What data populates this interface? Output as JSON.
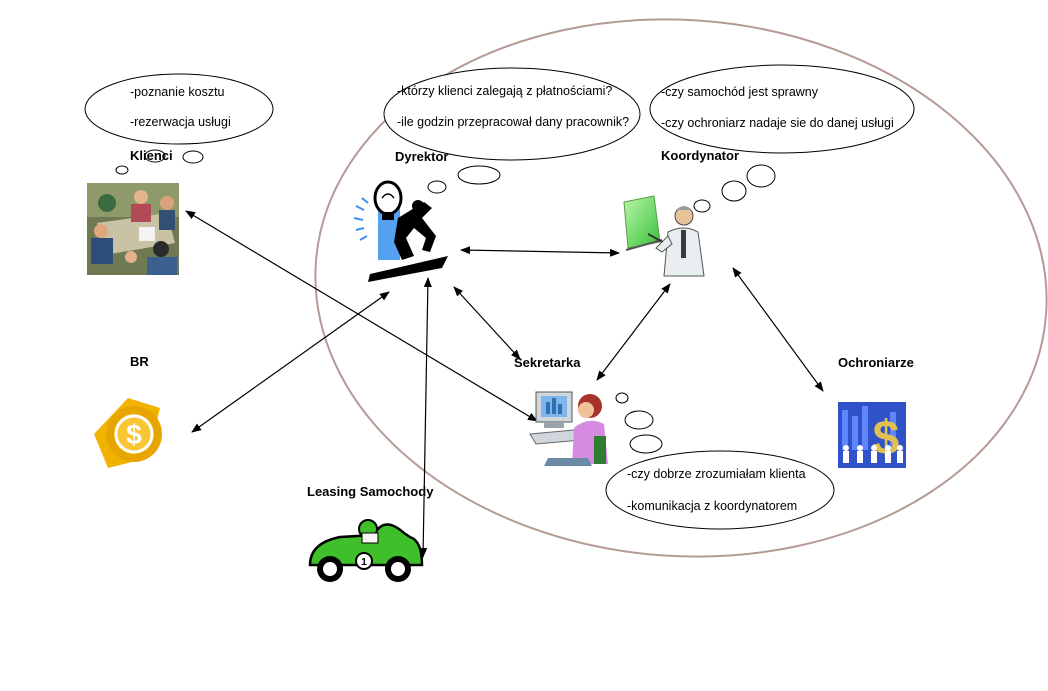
{
  "nodes": {
    "klienci": {
      "label": "Klienci",
      "icon": "business-meeting-icon"
    },
    "dyrektor": {
      "label": "Dyrektor",
      "icon": "lightbulb-businessman-icon"
    },
    "koordynator": {
      "label": "Koordynator",
      "icon": "presenter-board-icon"
    },
    "br": {
      "label": "BR",
      "icon": "dollar-coin-icon"
    },
    "sekretarka": {
      "label": "Sekretarka",
      "icon": "woman-computer-icon"
    },
    "ochroniarze": {
      "label": "Ochroniarze",
      "icon": "people-dollar-icon"
    },
    "leasing": {
      "label": "Leasing Samochody",
      "icon": "race-car-icon"
    }
  },
  "thoughts": {
    "klienci": [
      "-poznanie kosztu",
      "-rezerwacja usługi"
    ],
    "dyrektor": [
      "-którzy klienci zalegają z płatnościami?",
      "-ile godzin przepracował dany pracownik?"
    ],
    "koordynator": [
      "-czy samochód jest sprawny",
      "-czy ochroniarz nadaje sie do danej usługi"
    ],
    "sekretarka": [
      "-czy dobrze zrozumiałam klienta",
      "-komunikacja z koordynatorem"
    ]
  },
  "colors": {
    "ellipse_outline": "#b59a94",
    "arrow": "#000000",
    "coin": "#e8a400",
    "car": "#3fbf2a",
    "board": "#6fe060"
  }
}
